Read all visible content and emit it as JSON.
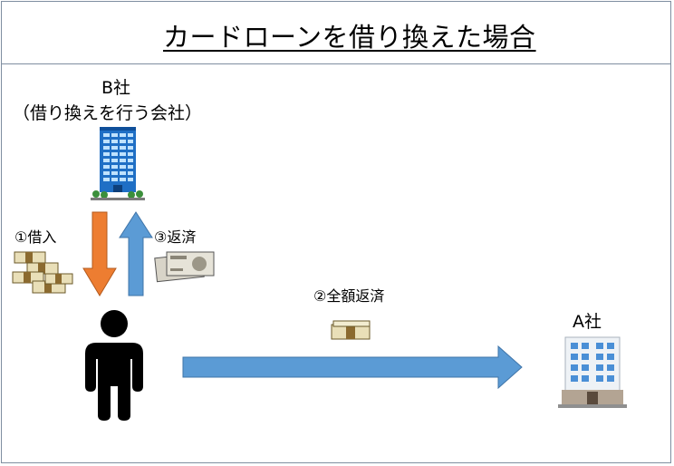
{
  "title": "カードローンを借り換えた場合",
  "company_b": {
    "name": "B社",
    "subtitle": "（借り換えを行う会社）"
  },
  "company_a": {
    "name": "A社"
  },
  "steps": {
    "borrow": "①借入",
    "full_repay": "②全額返済",
    "repay": "③返済"
  },
  "icons": {
    "building_b": "blue-building-icon",
    "building_a": "building-icon",
    "person": "person-icon",
    "bills_borrow": "money-stack-icon",
    "bills_repay": "banknotes-icon",
    "bills_full_repay": "money-bundle-icon"
  },
  "colors": {
    "arrow_borrow": "#ed7d31",
    "arrow_blue": "#5b9bd5",
    "border": "#7f8ea0"
  }
}
